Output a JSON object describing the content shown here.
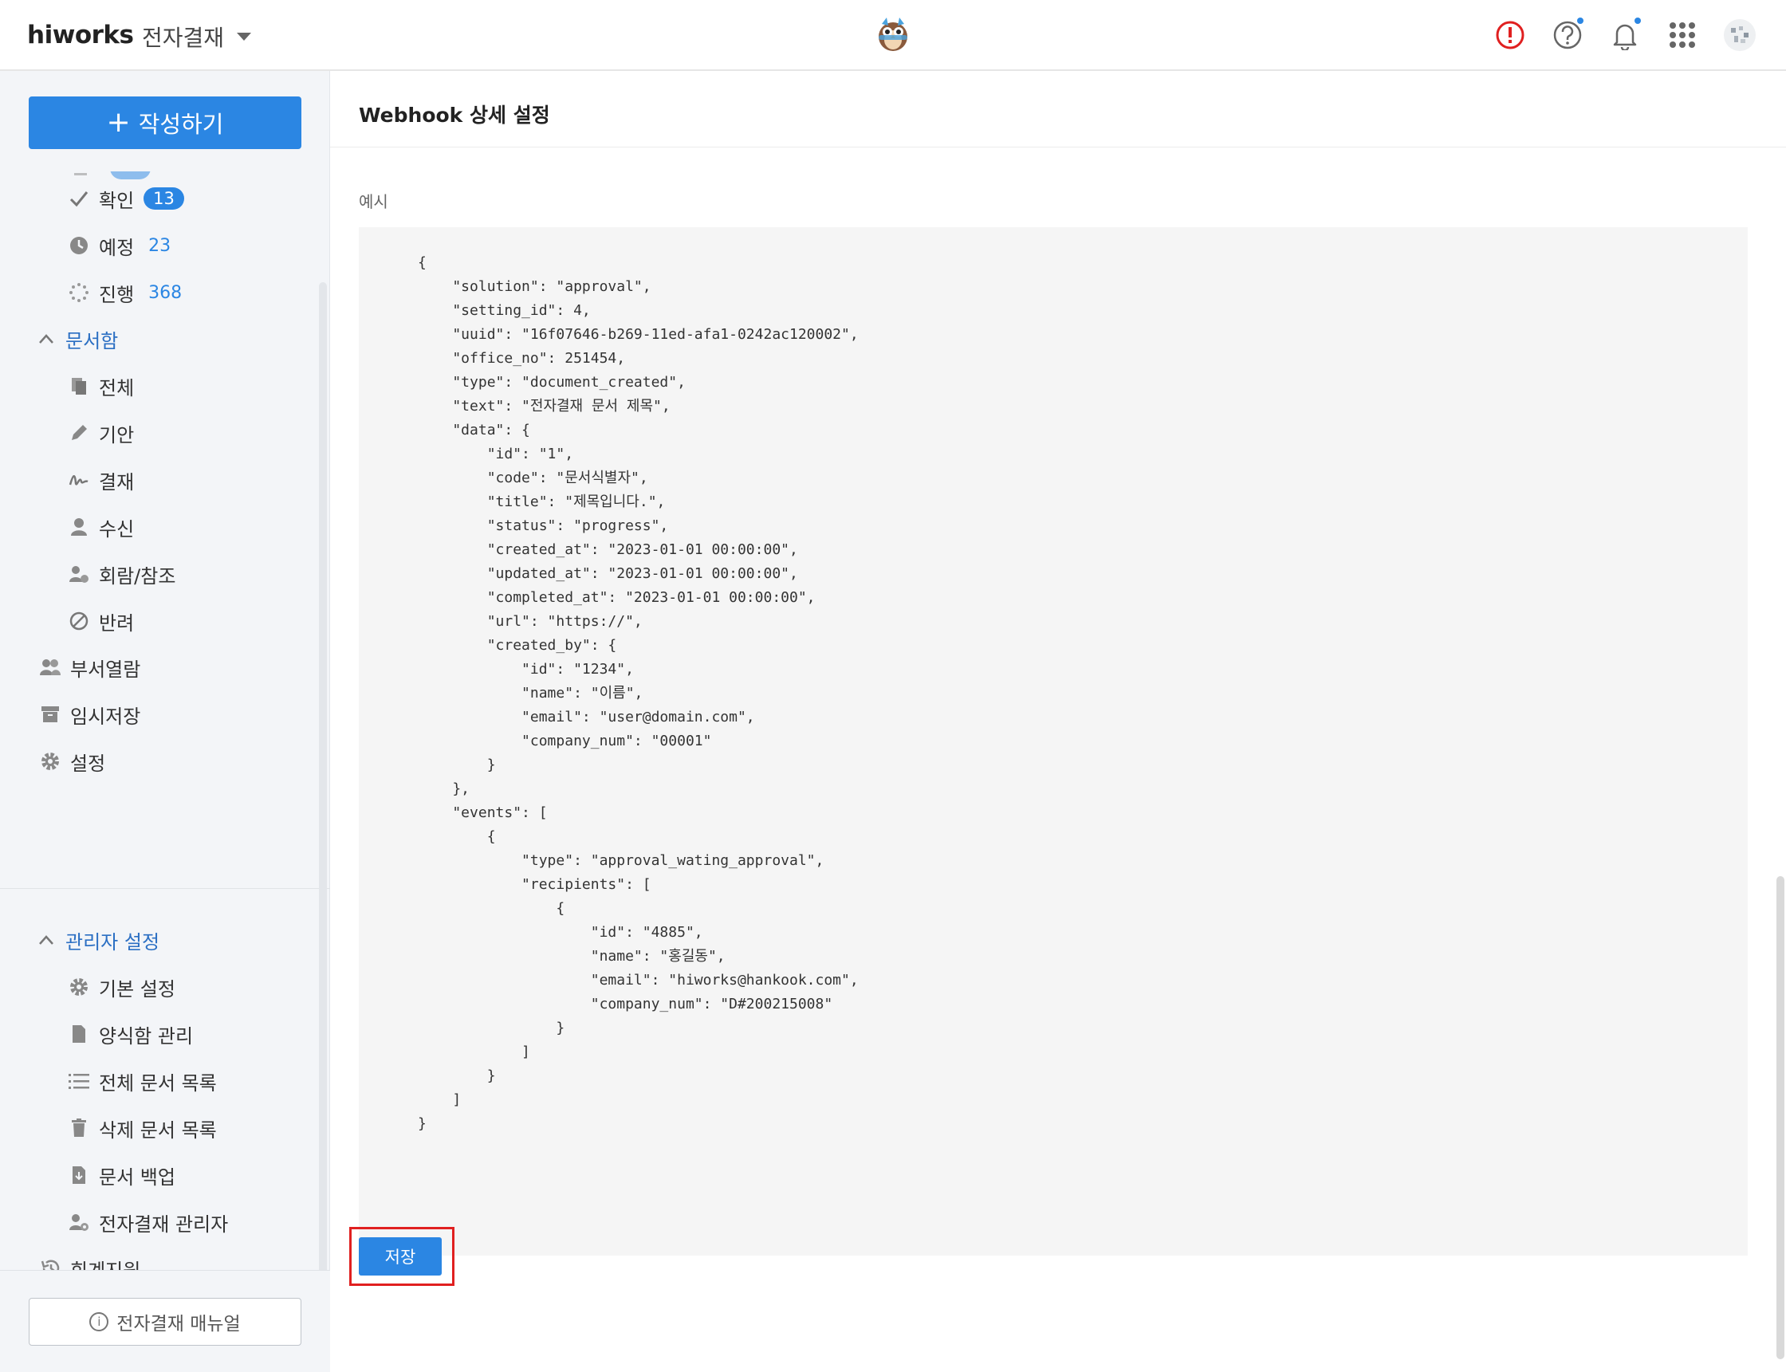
{
  "header": {
    "logo": "hiworks",
    "app_name": "전자결재"
  },
  "sidebar": {
    "compose_label": "작성하기",
    "status_items": [
      {
        "label": "확인",
        "badge": "13"
      },
      {
        "label": "예정",
        "count": "23"
      },
      {
        "label": "진행",
        "count": "368"
      }
    ],
    "docbox_title": "문서함",
    "docbox_items": [
      "전체",
      "기안",
      "결재",
      "수신",
      "회람/참조",
      "반려"
    ],
    "main_items": [
      "부서열람",
      "임시저장",
      "설정"
    ],
    "admin_title": "관리자 설정",
    "admin_items": [
      "기본 설정",
      "양식함 관리",
      "전체 문서 목록",
      "삭제 문서 목록",
      "문서 백업",
      "전자결재 관리자"
    ],
    "accounting": "회계지원",
    "manual_label": "전자결재 매뉴얼"
  },
  "main": {
    "title": "Webhook 상세 설정",
    "example_label": "예시",
    "code": "{\n    \"solution\": \"approval\",\n    \"setting_id\": 4,\n    \"uuid\": \"16f07646-b269-11ed-afa1-0242ac120002\",\n    \"office_no\": 251454,\n    \"type\": \"document_created\",\n    \"text\": \"전자결재 문서 제목\",\n    \"data\": {\n        \"id\": \"1\",\n        \"code\": \"문서식별자\",\n        \"title\": \"제목입니다.\",\n        \"status\": \"progress\",\n        \"created_at\": \"2023-01-01 00:00:00\",\n        \"updated_at\": \"2023-01-01 00:00:00\",\n        \"completed_at\": \"2023-01-01 00:00:00\",\n        \"url\": \"https://\",\n        \"created_by\": {\n            \"id\": \"1234\",\n            \"name\": \"이름\",\n            \"email\": \"user@domain.com\",\n            \"company_num\": \"00001\"\n        }\n    },\n    \"events\": [\n        {\n            \"type\": \"approval_wating_approval\",\n            \"recipients\": [\n                {\n                    \"id\": \"4885\",\n                    \"name\": \"홍길동\",\n                    \"email\": \"hiworks@hankook.com\",\n                    \"company_num\": \"D#200215008\"\n                }\n            ]\n        }\n    ]\n}",
    "save_label": "저장"
  },
  "colors": {
    "accent": "#2b86e3",
    "highlight": "#e02020",
    "alert": "#e02020"
  }
}
